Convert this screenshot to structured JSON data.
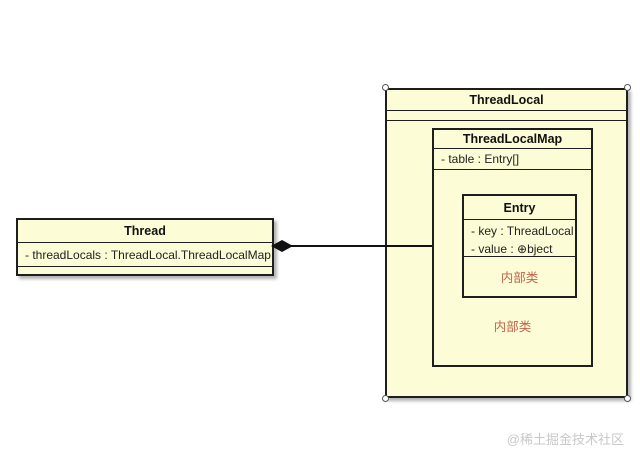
{
  "uml": {
    "thread": {
      "title": "Thread",
      "attributes": [
        "- threadLocals : ThreadLocal.ThreadLocalMap"
      ]
    },
    "threadlocal": {
      "title": "ThreadLocal"
    },
    "threadlocalmap": {
      "title": "ThreadLocalMap",
      "attributes": [
        "- table : Entry[]"
      ],
      "inner_note": "内部类"
    },
    "entry": {
      "title": "Entry",
      "attributes": [
        "- key : ThreadLocal",
        "- value : ⊕bject"
      ],
      "inner_note": "内部类"
    },
    "relationship": {
      "type": "composition",
      "from": "Thread",
      "to": "ThreadLocalMap"
    }
  },
  "colors": {
    "box_fill": "#FCFCD6",
    "border": "#1e1e1e",
    "note_text": "#C2634C",
    "watermark_text": "#C8C8C8",
    "background": "#FFFFFF"
  },
  "watermark": {
    "text": "@稀土掘金技术社区"
  }
}
